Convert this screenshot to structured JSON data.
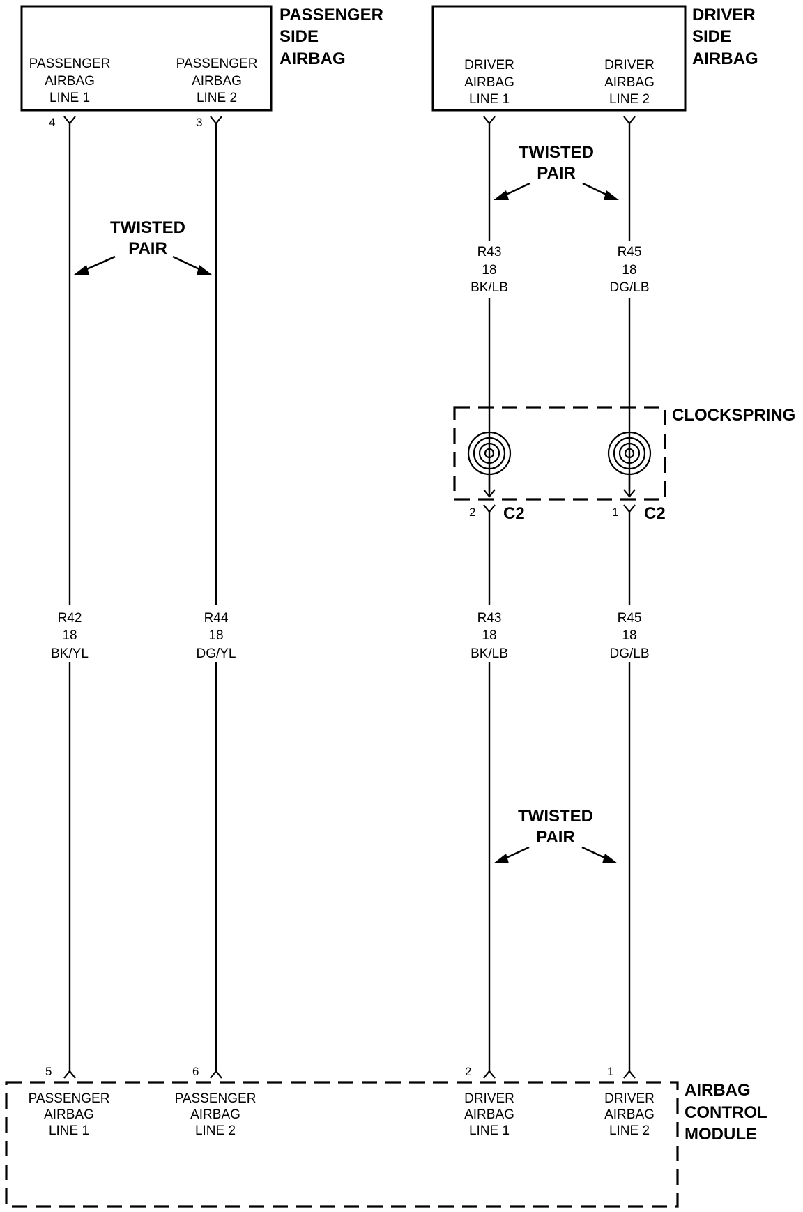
{
  "passenger_side_airbag": {
    "title_lines": [
      "PASSENGER",
      "SIDE",
      "AIRBAG"
    ],
    "line1_label": [
      "PASSENGER",
      "AIRBAG",
      "LINE 1"
    ],
    "line2_label": [
      "PASSENGER",
      "AIRBAG",
      "LINE 2"
    ],
    "pin_line1": "4",
    "pin_line2": "3"
  },
  "driver_side_airbag": {
    "title_lines": [
      "DRIVER",
      "SIDE",
      "AIRBAG"
    ],
    "line1_label": [
      "DRIVER",
      "AIRBAG",
      "LINE 1"
    ],
    "line2_label": [
      "DRIVER",
      "AIRBAG",
      "LINE 2"
    ]
  },
  "twisted_pair_label": [
    "TWISTED",
    "PAIR"
  ],
  "clockspring": {
    "title": "CLOCKSPRING",
    "connector": "C2",
    "pin_line1": "2",
    "pin_line2": "1"
  },
  "wires": {
    "r42": [
      "R42",
      "18",
      "BK/YL"
    ],
    "r44": [
      "R44",
      "18",
      "DG/YL"
    ],
    "r43_upper": [
      "R43",
      "18",
      "BK/LB"
    ],
    "r45_upper": [
      "R45",
      "18",
      "DG/LB"
    ],
    "r43_lower": [
      "R43",
      "18",
      "BK/LB"
    ],
    "r45_lower": [
      "R45",
      "18",
      "DG/LB"
    ]
  },
  "airbag_control_module": {
    "title_lines": [
      "AIRBAG",
      "CONTROL",
      "MODULE"
    ],
    "pins": [
      "5",
      "6",
      "2",
      "1"
    ],
    "labels": [
      [
        "PASSENGER",
        "AIRBAG",
        "LINE 1"
      ],
      [
        "PASSENGER",
        "AIRBAG",
        "LINE 2"
      ],
      [
        "DRIVER",
        "AIRBAG",
        "LINE 1"
      ],
      [
        "DRIVER",
        "AIRBAG",
        "LINE 2"
      ]
    ]
  }
}
